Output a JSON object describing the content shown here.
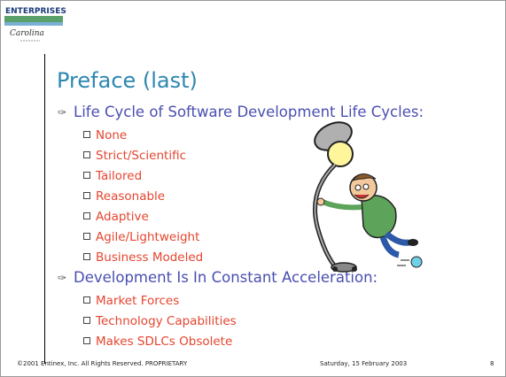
{
  "logo": {
    "line1": "ENTERPRISES",
    "line2": "Carolina"
  },
  "title": "Preface (last)",
  "sections": [
    {
      "heading": "Life Cycle of Software Development Life Cycles:",
      "items": [
        "None",
        "Strict/Scientific",
        "Tailored",
        "Reasonable",
        "Adaptive",
        "Agile/Lightweight",
        "Business Modeled"
      ]
    },
    {
      "heading": "Development Is In Constant Acceleration:",
      "items": [
        "Market Forces",
        "Technology Capabilities",
        "Makes SDLCs Obsolete"
      ]
    }
  ],
  "footer": {
    "copyright": "©2001 Entinex, Inc. All Rights Reserved. PROPRIETARY",
    "date": "Saturday, 15 February 2003",
    "page": "8"
  },
  "colors": {
    "title": "#2d87b0",
    "bullet": "#4a4fb0",
    "subitem": "#e5452f"
  },
  "icons": {
    "bullet": "feather-bullet-icon",
    "subitem": "square-checkbox-icon"
  }
}
